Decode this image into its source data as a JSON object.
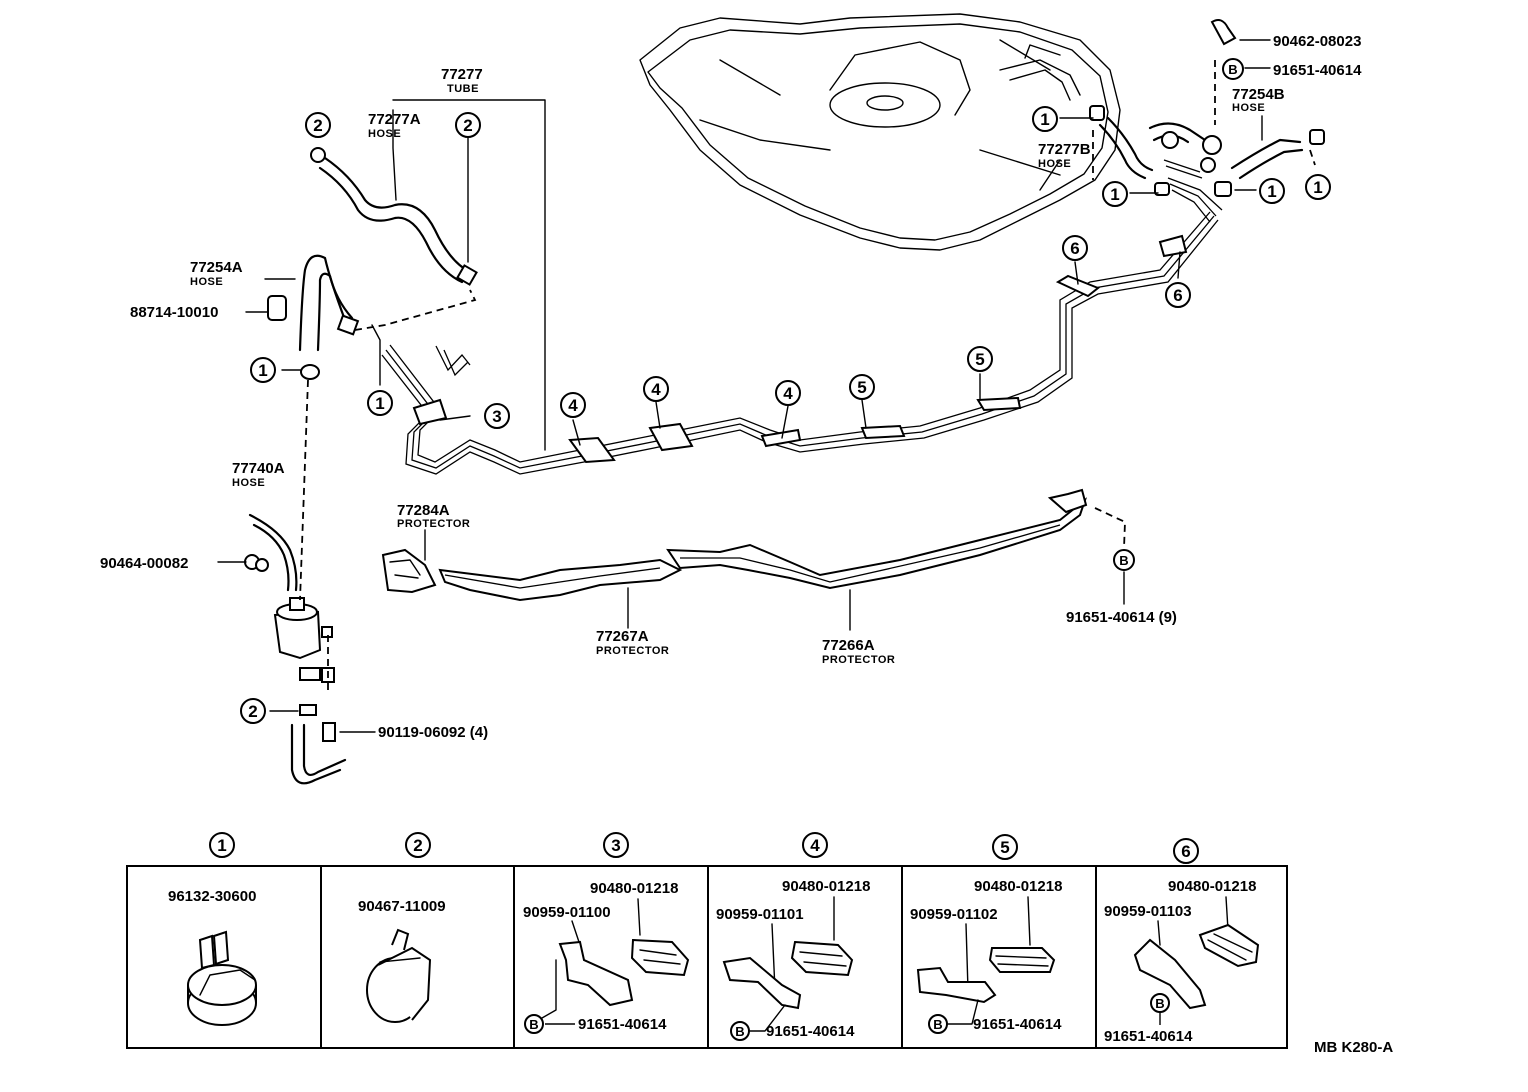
{
  "parts": {
    "p77277": {
      "number": "77277",
      "name": "TUBE"
    },
    "p77277a": {
      "number": "77277A",
      "name": "HOSE"
    },
    "p77254a": {
      "number": "77254A",
      "name": "HOSE"
    },
    "p88714": {
      "number": "88714-10010"
    },
    "p77740a": {
      "number": "77740A",
      "name": "HOSE"
    },
    "p90464": {
      "number": "90464-00082"
    },
    "p90119": {
      "number": "90119-06092 (4)"
    },
    "p90462": {
      "number": "90462-08023"
    },
    "p91651top": {
      "number": "91651-40614"
    },
    "p77254b": {
      "number": "77254B",
      "name": "HOSE"
    },
    "p77277b": {
      "number": "77277B",
      "name": "HOSE"
    },
    "p77284a": {
      "number": "77284A",
      "name": "PROTECTOR"
    },
    "p77267a": {
      "number": "77267A",
      "name": "PROTECTOR"
    },
    "p77266a": {
      "number": "77266A",
      "name": "PROTECTOR"
    },
    "p91651mid": {
      "number": "91651-40614 (9)"
    }
  },
  "callouts": {
    "c1": "1",
    "c2": "2",
    "c3": "3",
    "c4": "4",
    "c5": "5",
    "c6": "6",
    "cB": "B"
  },
  "legend": {
    "box1": {
      "num": "1",
      "part": "96132-30600"
    },
    "box2": {
      "num": "2",
      "part": "90467-11009"
    },
    "box3": {
      "num": "3",
      "clamp": "90480-01218",
      "bracket": "90959-01100",
      "bolt": "91651-40614"
    },
    "box4": {
      "num": "4",
      "clamp": "90480-01218",
      "bracket": "90959-01101",
      "bolt": "91651-40614"
    },
    "box5": {
      "num": "5",
      "clamp": "90480-01218",
      "bracket": "90959-01102",
      "bolt": "91651-40614"
    },
    "box6": {
      "num": "6",
      "clamp": "90480-01218",
      "bracket": "90959-01103",
      "bolt": "91651-40614"
    }
  },
  "figure_code": "MB K280-A"
}
